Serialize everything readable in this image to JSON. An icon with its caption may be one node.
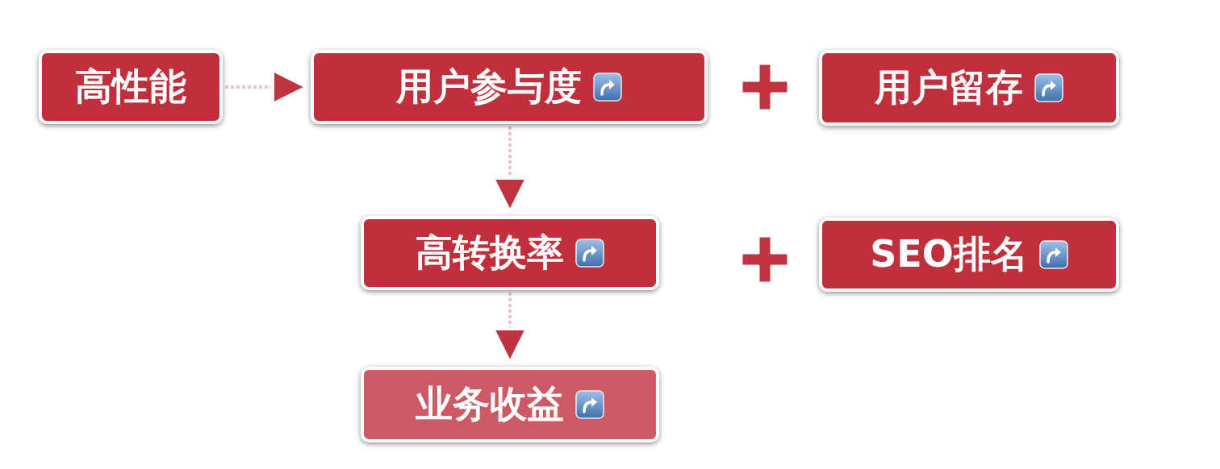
{
  "diagram": {
    "nodes": [
      {
        "text": [
          "高性能"
        ]
      },
      {
        "text": [
          "用户参与度"
        ]
      },
      {
        "text": [
          "用户留存"
        ]
      },
      {
        "text": [
          "高转换率"
        ]
      },
      {
        "text": [
          "SEO排名"
        ]
      },
      {
        "text": [
          "业务收益"
        ]
      }
    ],
    "edges": [
      {
        "from": 0,
        "to": 1,
        "arrow": "to"
      },
      {
        "from": 1,
        "to": 3,
        "arrow": "to"
      },
      {
        "from": 3,
        "to": 5,
        "arrow": "to"
      }
    ]
  }
}
